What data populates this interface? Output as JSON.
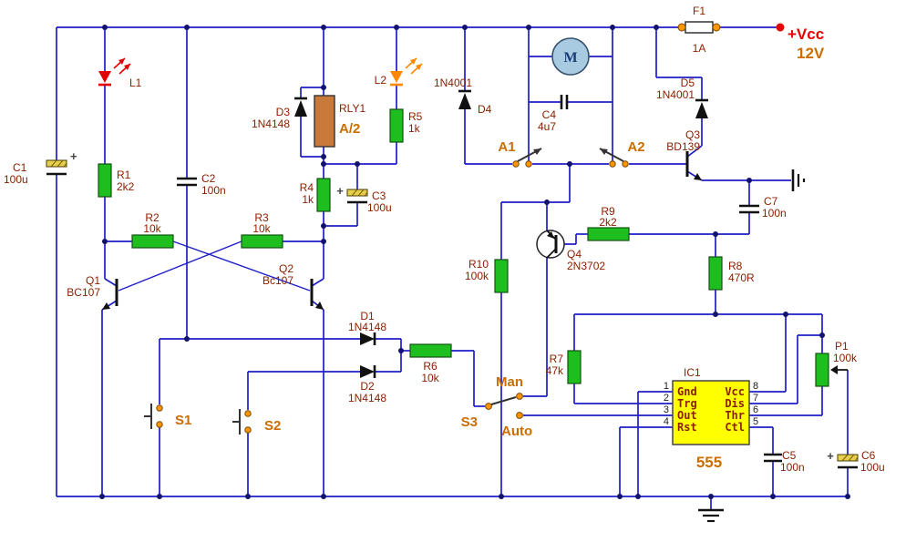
{
  "power": {
    "fuse_ref": "F1",
    "fuse_rating": "1A",
    "vcc_label": "+Vcc",
    "vcc_voltage": "12V"
  },
  "motor": {
    "label": "M"
  },
  "relay": {
    "ref": "RLY1",
    "contacts_label": "A/2",
    "contact_a1": "A1",
    "contact_a2": "A2"
  },
  "switches": {
    "s1": "S1",
    "s2": "S2",
    "s3": "S3",
    "man": "Man",
    "auto": "Auto"
  },
  "leds": {
    "l1": "L1",
    "l2": "L2"
  },
  "resistors": {
    "r1": {
      "ref": "R1",
      "value": "2k2"
    },
    "r2": {
      "ref": "R2",
      "value": "10k"
    },
    "r3": {
      "ref": "R3",
      "value": "10k"
    },
    "r4": {
      "ref": "R4",
      "value": "1k"
    },
    "r5": {
      "ref": "R5",
      "value": "1k"
    },
    "r6": {
      "ref": "R6",
      "value": "10k"
    },
    "r7": {
      "ref": "R7",
      "value": "47k"
    },
    "r8": {
      "ref": "R8",
      "value": "470R"
    },
    "r9": {
      "ref": "R9",
      "value": "2k2"
    },
    "r10": {
      "ref": "R10",
      "value": "100k"
    }
  },
  "potentiometer": {
    "ref": "P1",
    "value": "100k"
  },
  "capacitors": {
    "c1": {
      "ref": "C1",
      "value": "100u",
      "polarity": "+"
    },
    "c2": {
      "ref": "C2",
      "value": "100n"
    },
    "c3": {
      "ref": "C3",
      "value": "100u",
      "polarity": "+"
    },
    "c4": {
      "ref": "C4",
      "value": "4u7"
    },
    "c5": {
      "ref": "C5",
      "value": "100n"
    },
    "c6": {
      "ref": "C6",
      "value": "100u",
      "polarity": "+"
    },
    "c7": {
      "ref": "C7",
      "value": "100n"
    }
  },
  "diodes": {
    "d1": {
      "ref": "D1",
      "value": "1N4148"
    },
    "d2": {
      "ref": "D2",
      "value": "1N4148"
    },
    "d3": {
      "ref": "D3",
      "value": "1N4148"
    },
    "d4": {
      "ref": "D4",
      "value": "1N4001"
    },
    "d5": {
      "ref": "D5",
      "value": "1N4001"
    }
  },
  "transistors": {
    "q1": {
      "ref": "Q1",
      "value": "BC107"
    },
    "q2": {
      "ref": "Q2",
      "value": "Bc107"
    },
    "q3": {
      "ref": "Q3",
      "value": "BD139"
    },
    "q4": {
      "ref": "Q4",
      "value": "2N3702"
    }
  },
  "ic": {
    "ref": "IC1",
    "name": "555",
    "pins_left": [
      {
        "num": "1",
        "name": "Gnd"
      },
      {
        "num": "2",
        "name": "Trg"
      },
      {
        "num": "3",
        "name": "Out"
      },
      {
        "num": "4",
        "name": "Rst"
      }
    ],
    "pins_right": [
      {
        "num": "8",
        "name": "Vcc"
      },
      {
        "num": "7",
        "name": "Dis"
      },
      {
        "num": "6",
        "name": "Thr"
      },
      {
        "num": "5",
        "name": "Ctl"
      }
    ]
  }
}
